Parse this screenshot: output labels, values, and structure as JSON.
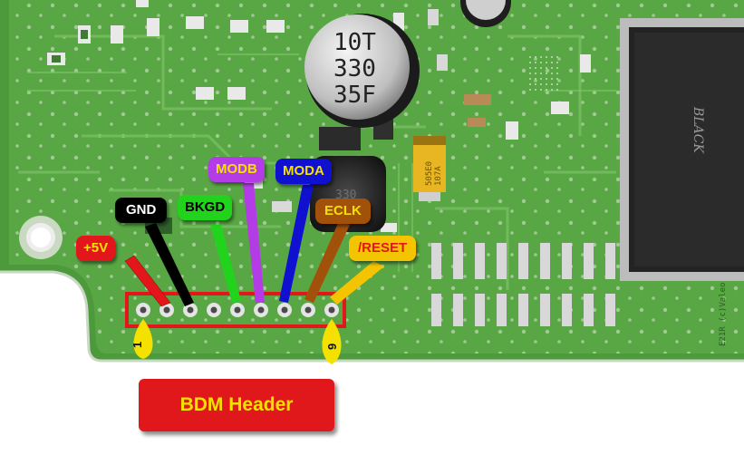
{
  "colors": {
    "board": "#4c9a3c",
    "board_light": "#62b04c",
    "highlight_box": "#e3171b",
    "plus5v": "#e3171b",
    "gnd": "#000000",
    "bkgd": "#22d31e",
    "modb": "#b43ce6",
    "moda": "#1010d0",
    "eclk": "#a2510b",
    "reset": "#f5c400",
    "pin_marker": "#f5e100",
    "title_bg": "#e0171b",
    "title_text": "#f5e100"
  },
  "labels": {
    "plus5v": "+5V",
    "gnd": "GND",
    "bkgd": "BKGD",
    "modb": "MODB",
    "moda": "MODA",
    "eclk": "ECLK",
    "reset": "/RESET"
  },
  "pins": {
    "first": "1",
    "last": "9"
  },
  "title": "BDM Header",
  "components": {
    "capacitor_lines": [
      "10T",
      "330",
      "35F"
    ],
    "tantalum_lines": [
      "107A",
      "505E0"
    ],
    "inductor_text": "330",
    "chip_brand": "BLACK",
    "chip_code": "E21R  (c)Valeo"
  }
}
